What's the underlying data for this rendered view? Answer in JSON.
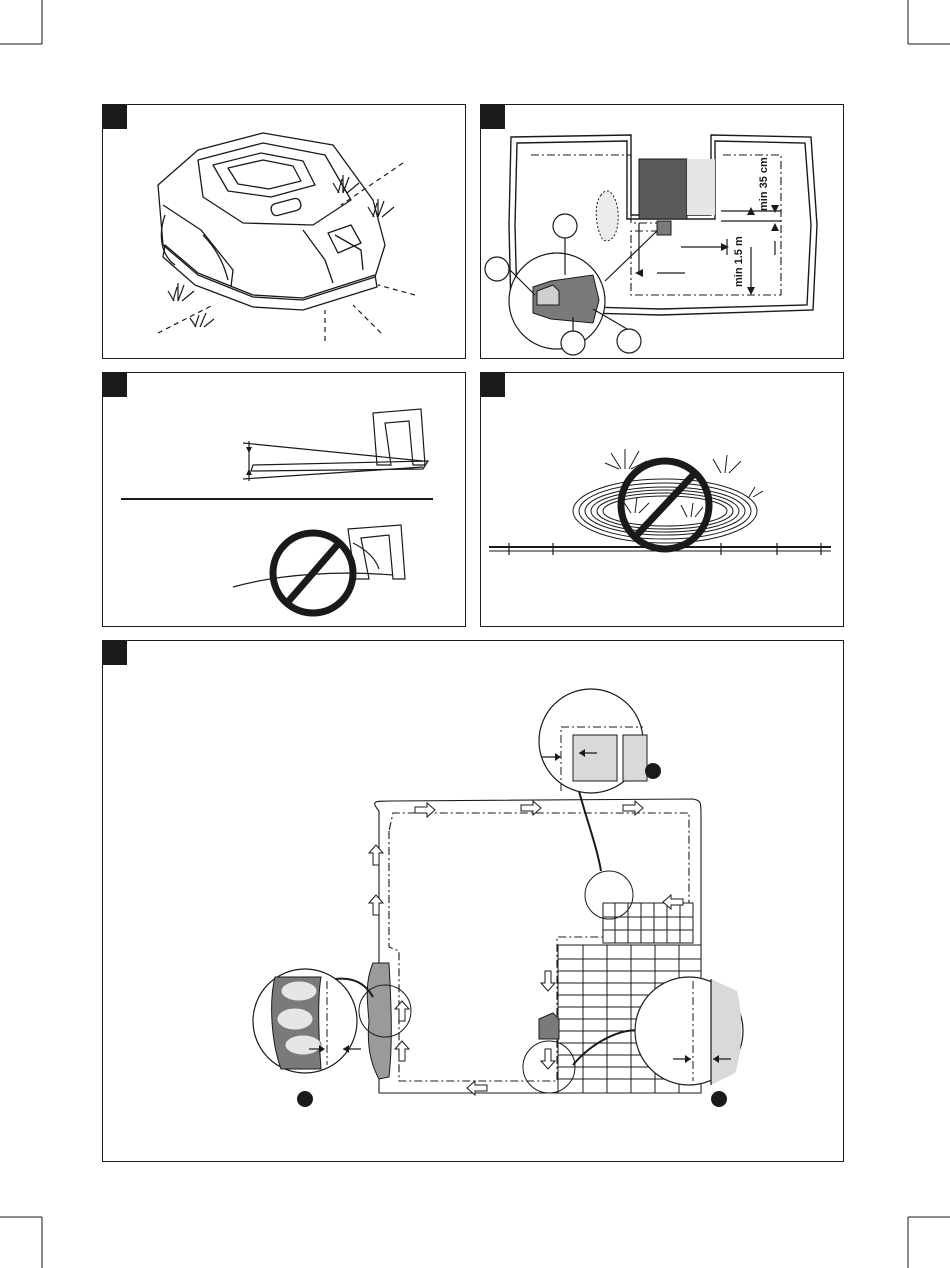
{
  "figures": [
    {
      "id": "A",
      "subject": "robotic lawn mower"
    },
    {
      "id": "B",
      "subject": "charging station placement",
      "labels": {
        "min_distance_top": "min 35 cm",
        "min_distance_front": "min 1.5 m"
      }
    },
    {
      "id": "C",
      "subject": "charging station on slope"
    },
    {
      "id": "D",
      "subject": "coiled boundary wire"
    },
    {
      "id": "E",
      "subject": "boundary wire layout"
    }
  ],
  "colors": {
    "line": "#1a1a1a",
    "fill_dark": "#5a5a5a",
    "fill_light": "#d9d9d9",
    "fill_mid": "#9a9a9a"
  }
}
